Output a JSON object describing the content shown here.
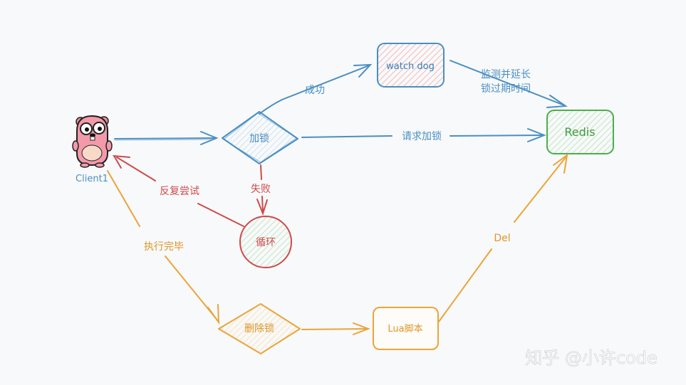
{
  "nodes": {
    "client": "Client1",
    "lock": "加锁",
    "watchdog": "watch dog",
    "redis": "Redis",
    "loop": "循环",
    "delete_lock": "删除锁",
    "lua": "Lua脚本"
  },
  "edges": {
    "success": "成功",
    "monitor_line1": "监测并延长",
    "monitor_line2": "锁过期时间",
    "request_lock": "请求加锁",
    "fail": "失败",
    "retry": "反复尝试",
    "done": "执行完毕",
    "del": "Del"
  },
  "watermark": "知乎 @小许code",
  "colors": {
    "blue": "#4a8fc2",
    "red": "#cf4a4a",
    "orange": "#eba43a",
    "green": "#4cae4c",
    "ink": "#1f1f1f"
  }
}
